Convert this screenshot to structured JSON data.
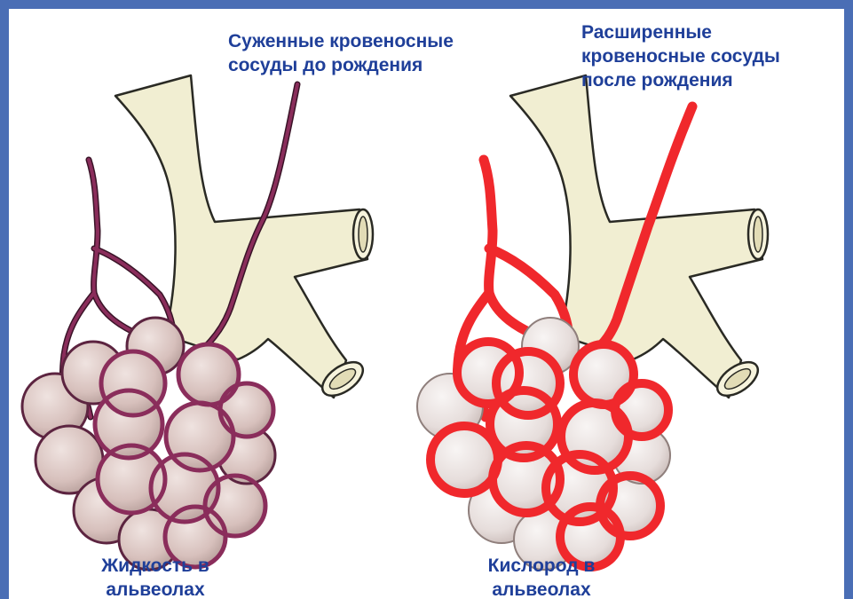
{
  "captions": {
    "before_vessels": "Суженные кровеносные\nсосуды до рождения",
    "after_vessels": "Расширенные\nкровеносные сосуды\nпосле рождения",
    "fluid": "Жидкость в\nальвеолах",
    "oxygen": "Кислород в\nальвеолах"
  },
  "colors": {
    "frame": "#4a6eb5",
    "caption_text": "#1f3f99",
    "airway": "#f1eed2",
    "alveolus_fluid": "#dcc7c4",
    "alveolus_air": "#eae4e2",
    "vessel_narrow": "#8a2d5b",
    "vessel_wide": "#f0282c"
  },
  "panels": [
    {
      "state": "before-birth",
      "vessel": "vessel_narrow",
      "alveoli": "alveolus_fluid"
    },
    {
      "state": "after-birth",
      "vessel": "vessel_wide",
      "alveoli": "alveolus_air"
    }
  ]
}
